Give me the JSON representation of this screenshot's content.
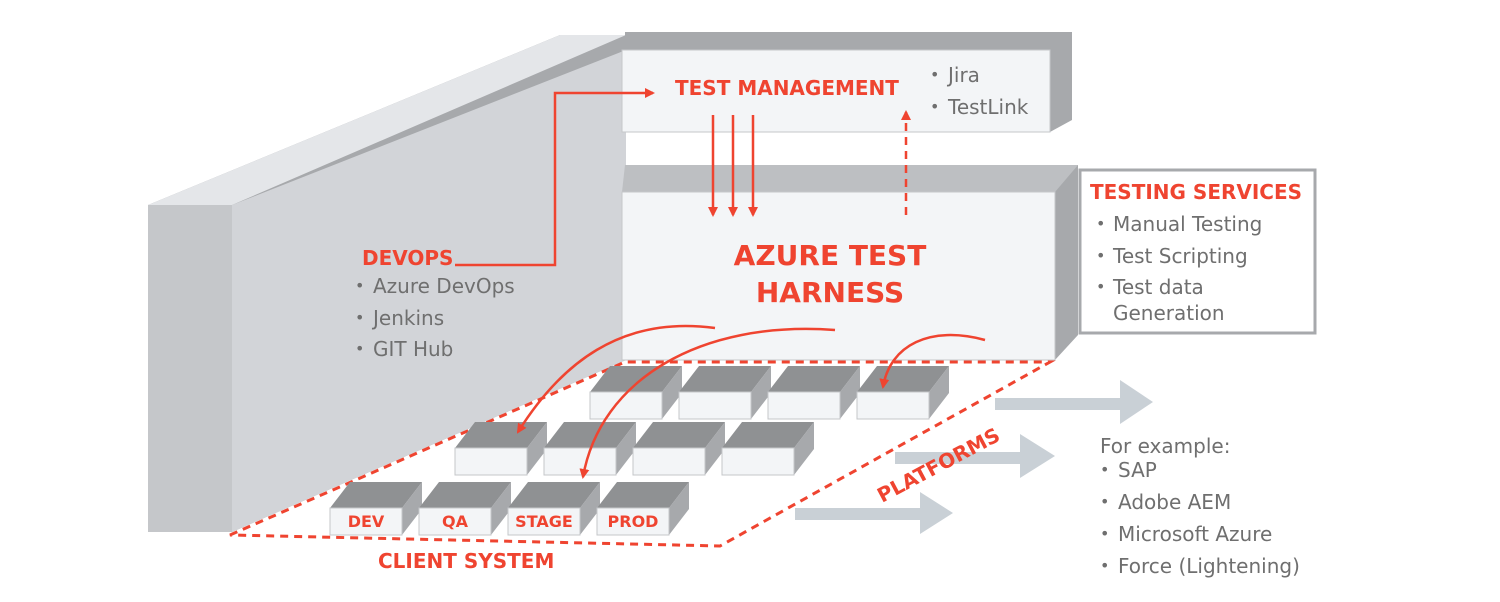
{
  "diagram": {
    "test_management": {
      "title": "TEST MANAGEMENT",
      "tools": [
        "Jira",
        "TestLink"
      ]
    },
    "harness": {
      "title_line1": "AZURE TEST",
      "title_line2": "HARNESS"
    },
    "testing_services": {
      "title": "TESTING SERVICES",
      "items": [
        "Manual Testing",
        "Test Scripting",
        "Test data",
        "Generation"
      ]
    },
    "devops": {
      "title": "DEVOPS",
      "items": [
        "Azure DevOps",
        "Jenkins",
        "GIT Hub"
      ]
    },
    "environments": [
      "DEV",
      "QA",
      "STAGE",
      "PROD"
    ],
    "platforms_label": "PLATFORMS",
    "client_system_label": "CLIENT SYSTEM",
    "examples": {
      "heading": "For example:",
      "items": [
        "SAP",
        "Adobe AEM",
        "Microsoft Azure",
        "Force (Lightening)"
      ]
    },
    "bullet": "•",
    "colors": {
      "accent": "#ef4430",
      "wall_front": "#d2d4d8",
      "wall_side": "#a7a9ac",
      "box_fill": "#f3f5f7",
      "arrow_gray": "#c9d0d6",
      "text_gray": "#6f6f6f"
    }
  }
}
